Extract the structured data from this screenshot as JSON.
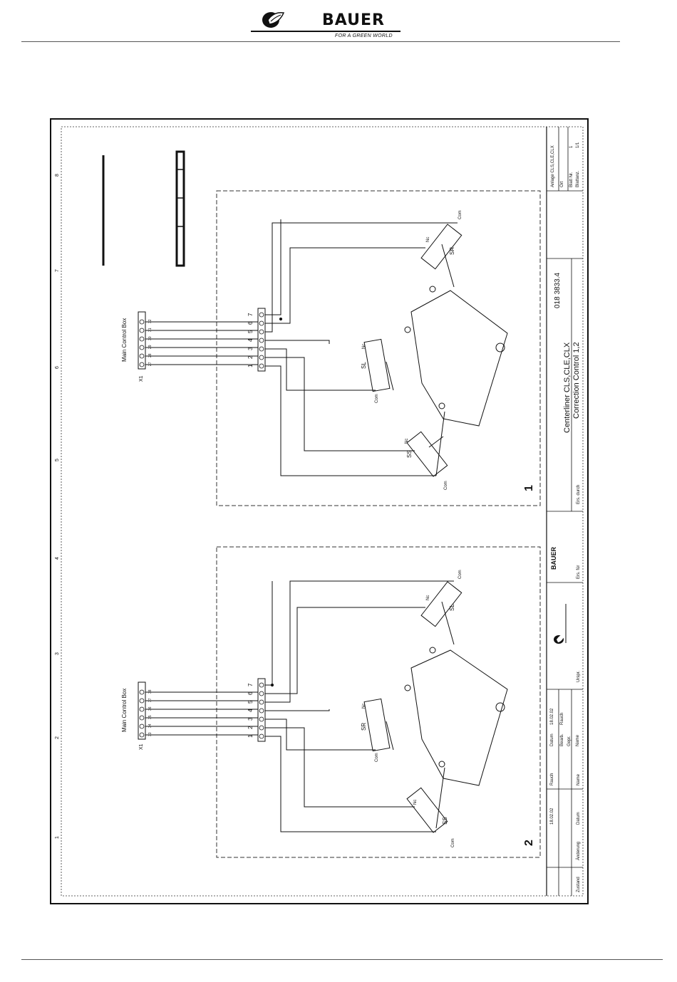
{
  "header": {
    "brand": "BAUER",
    "tagline": "FOR A GREEN WORLD"
  },
  "drawing": {
    "number": "018 3833.4",
    "title_line1": "Centerliner CLS,CLE,CLX",
    "title_line2": "Correction Control 1,2",
    "anlage": "Anlage CLS,CLE,CLX",
    "ort": "Ort",
    "blatt_nr": "Blatt Nr.",
    "blatt_nr_val": "1",
    "blatt_anz": "Blattanz.",
    "blatt_anz_val": "1/1",
    "ers_durch": "Ers. durch",
    "ers_fur": "Ers. für",
    "urspr": "Urspr.",
    "datum_label": "Datum",
    "datum_val": "18.02.02",
    "bearb_label": "Bearb.",
    "bearb_val": "Rauch",
    "gepr_label": "Gepr.",
    "name_label": "Name",
    "zustand": "Zustand",
    "anderung": "Änderung",
    "datum2": "Datum",
    "name2": "Name",
    "rev_date": "18.02.02",
    "rev_name": "Rauch",
    "tb_brand": "BAUER",
    "columns": [
      "1",
      "2",
      "3",
      "4",
      "5",
      "6",
      "7",
      "8"
    ]
  },
  "circuit1": {
    "number": "1",
    "box_label": "Main Control Box",
    "x_label": "X1",
    "terminals_top": [
      "27",
      "28",
      "29",
      "30",
      "31",
      "32"
    ],
    "terminals_bottom": [
      "1",
      "2",
      "3",
      "4",
      "5",
      "6",
      "7"
    ],
    "switch_a": "SS",
    "switch_b": "SL",
    "switch_c": "SR",
    "nc": "Nc",
    "com": "Com"
  },
  "circuit2": {
    "number": "2",
    "box_label": "Main Control Box",
    "x_label": "X1",
    "terminals_top": [
      "33",
      "34",
      "35",
      "36",
      "37",
      "38"
    ],
    "terminals_bottom": [
      "1",
      "2",
      "3",
      "4",
      "5",
      "6",
      "7"
    ],
    "switch_a": "SS",
    "switch_b": "SR",
    "switch_c": "SL",
    "nc": "Nc",
    "com": "Com"
  },
  "colors": {
    "ink": "#111111",
    "paper": "#ffffff"
  }
}
